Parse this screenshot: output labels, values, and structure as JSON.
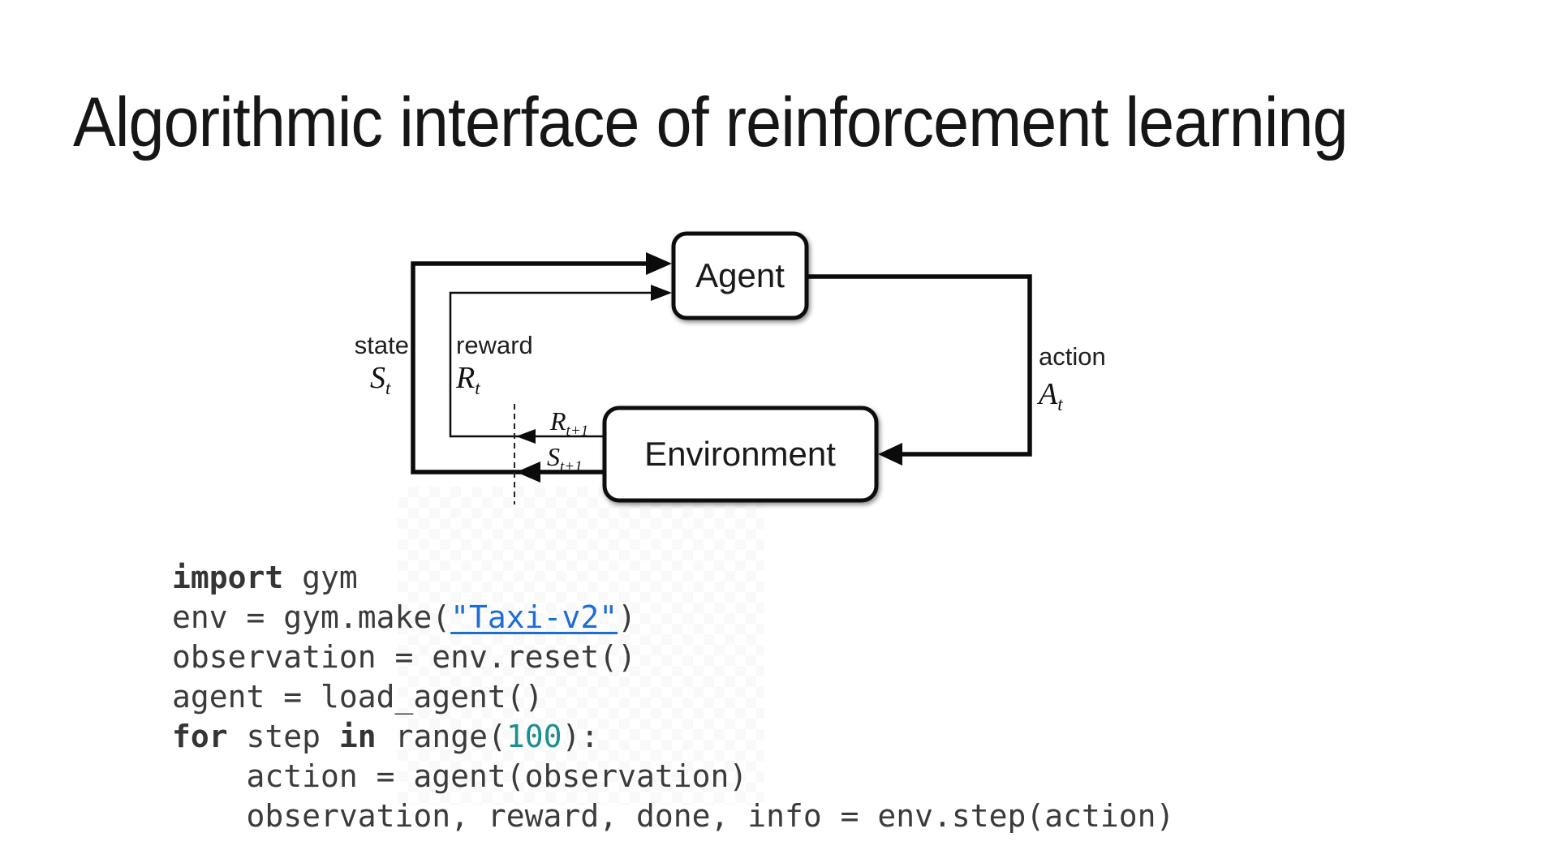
{
  "slide": {
    "title": "Algorithmic interface of reinforcement learning"
  },
  "diagram": {
    "agent_label": "Agent",
    "environment_label": "Environment",
    "state_word": "state",
    "state_sym": "S",
    "state_sub": "t",
    "reward_word": "reward",
    "reward_sym": "R",
    "reward_sub": "t",
    "action_word": "action",
    "action_sym": "A",
    "action_sub": "t",
    "next_reward_sym": "R",
    "next_reward_sub": "t+1",
    "next_state_sym": "S",
    "next_state_sub": "t+1"
  },
  "code": {
    "lines": [
      [
        {
          "t": "import",
          "s": "kw"
        },
        {
          "t": " gym",
          "s": "plain"
        }
      ],
      [
        {
          "t": "env = gym.make(",
          "s": "plain"
        },
        {
          "t": "\"Taxi-v2\"",
          "s": "str"
        },
        {
          "t": ")",
          "s": "plain"
        }
      ],
      [
        {
          "t": "observation = env.reset()",
          "s": "plain"
        }
      ],
      [
        {
          "t": "agent = load_agent()",
          "s": "plain"
        }
      ],
      [
        {
          "t": "for",
          "s": "kw"
        },
        {
          "t": " step ",
          "s": "plain"
        },
        {
          "t": "in",
          "s": "kw"
        },
        {
          "t": " range(",
          "s": "plain"
        },
        {
          "t": "100",
          "s": "num"
        },
        {
          "t": "):",
          "s": "plain"
        }
      ],
      [
        {
          "t": "    action = agent(observation)",
          "s": "plain"
        }
      ],
      [
        {
          "t": "    observation, reward, done, info = env.step(action)",
          "s": "plain"
        }
      ]
    ]
  },
  "colors": {
    "background": "#ffffff",
    "ink": "#0b0b0b",
    "code_text": "#3b3b3b",
    "link_blue": "#1c6ed6",
    "number_teal": "#1d8e91"
  }
}
